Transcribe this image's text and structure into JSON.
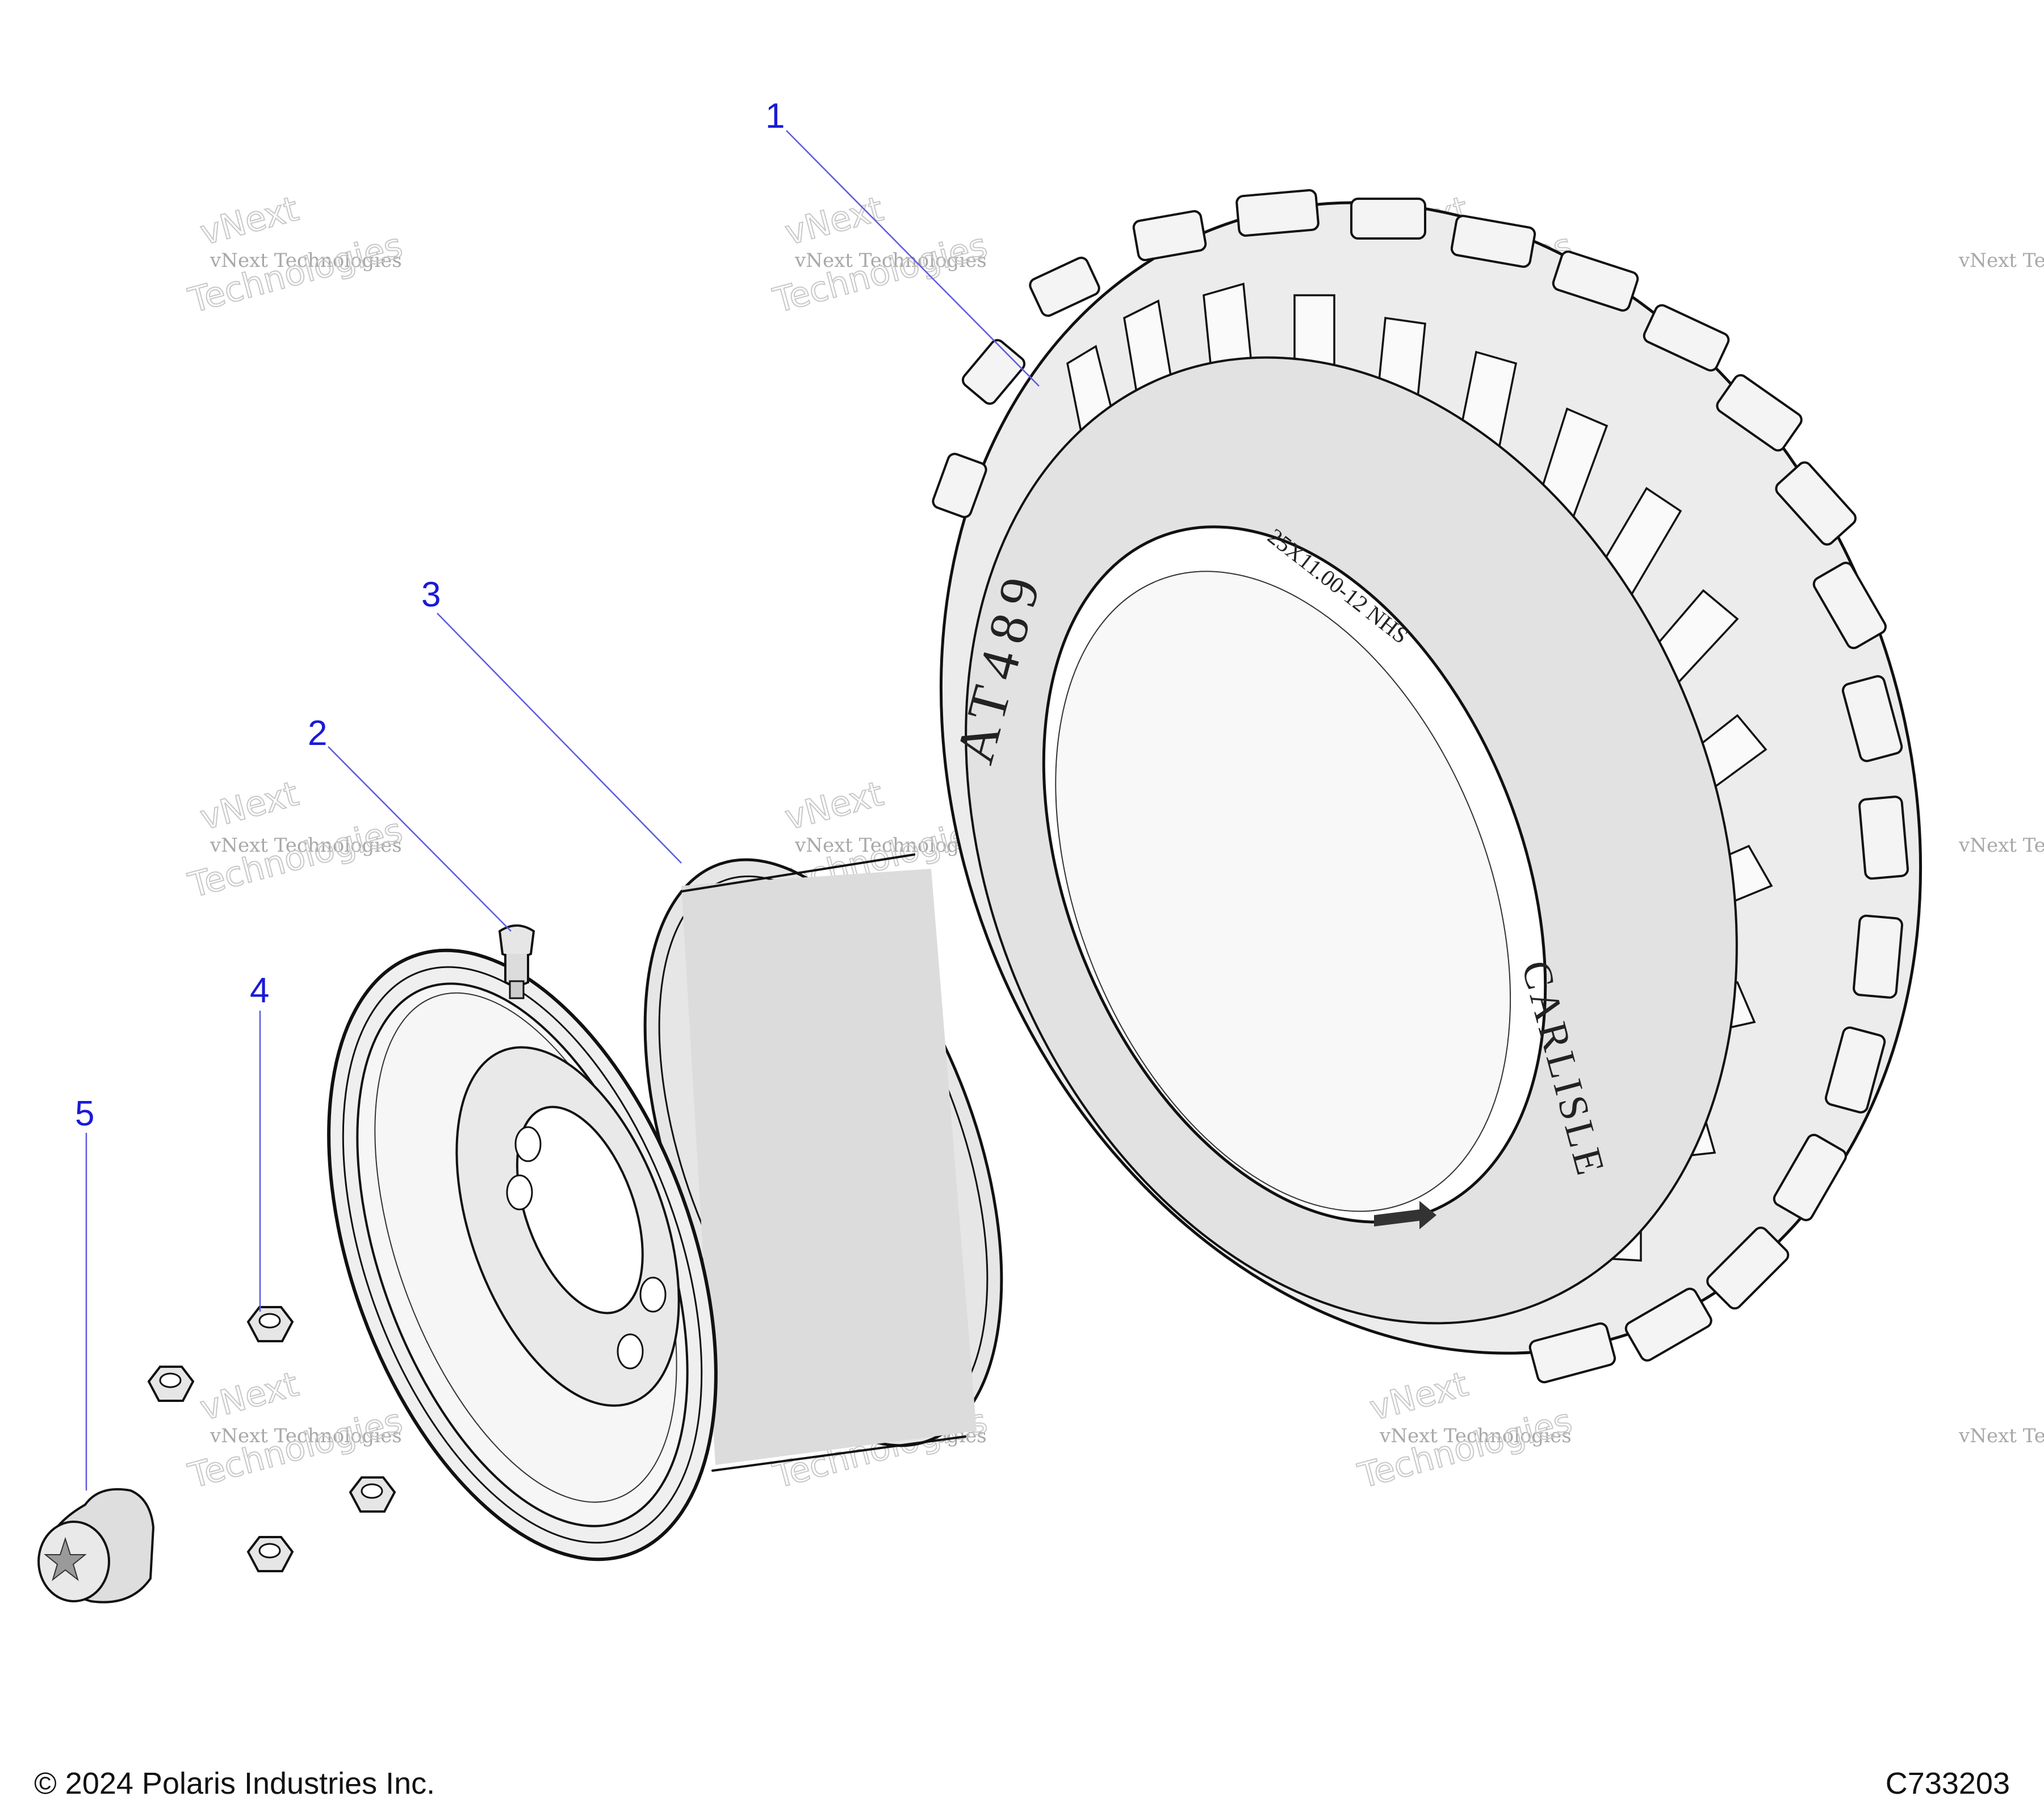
{
  "callouts": [
    {
      "number": "1",
      "part": "tire"
    },
    {
      "number": "2",
      "part": "valve-stem"
    },
    {
      "number": "3",
      "part": "wheel-rim"
    },
    {
      "number": "4",
      "part": "lug-nut"
    },
    {
      "number": "5",
      "part": "center-cap"
    }
  ],
  "tire_text": {
    "model": "AT489",
    "size": "25X11.00-12 NHS",
    "brand": "CARLISLE"
  },
  "watermark": {
    "line1": "vNext Technologies",
    "line2": "vNext",
    "line3": "Technologies"
  },
  "footer": {
    "copyright": "© 2024 Polaris Industries Inc.",
    "code": "C733203"
  },
  "colors": {
    "callout": "#1a1ad8",
    "part_fill": "#d8d8d8",
    "watermark": "#b0b0b0"
  }
}
